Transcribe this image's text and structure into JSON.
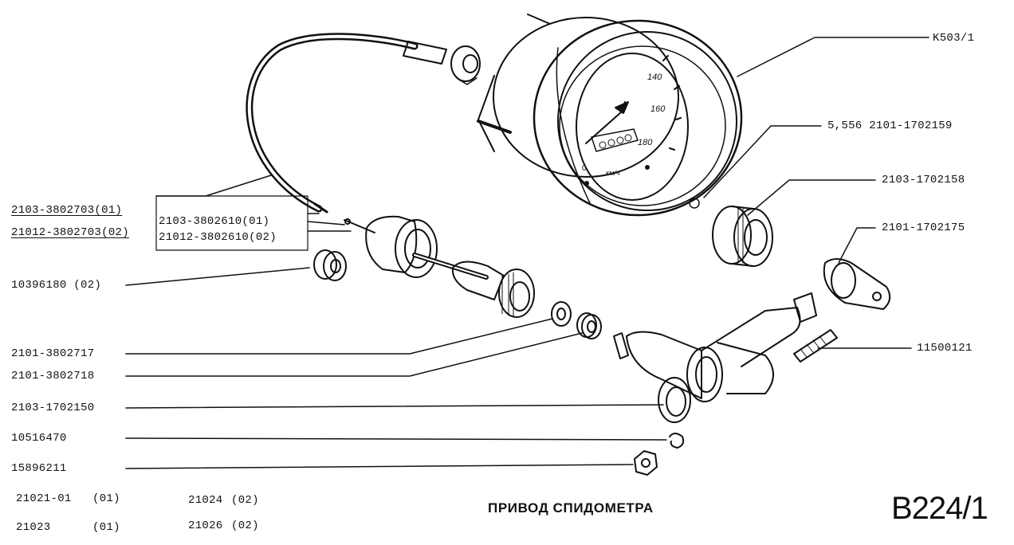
{
  "title": "ПРИВОД СПИДОМЕТРА",
  "plate": "B224/1",
  "parts": {
    "speedometer": "K503/1",
    "ball": "5,556 2101-1702159",
    "nut_gear": "2103-1702158",
    "gasket": "2101-1702175",
    "stud": "11500121",
    "cable_01": "2103-3802703(01)",
    "cable_02": "21012-3802703(02)",
    "core_01": "2103-3802610(01)",
    "core_02": "21012-3802610(02)",
    "grommet": "10396180 (02)",
    "washer": "2101-3802717",
    "bushing": "2101-3802718",
    "drive_housing": "2103-1702150",
    "lock_washer": "10516470",
    "nut": "15896211"
  },
  "applicability": [
    {
      "model": "21021-01",
      "variant": "(01)"
    },
    {
      "model": "21024",
      "variant": "(02)"
    },
    {
      "model": "21023",
      "variant": "(01)"
    },
    {
      "model": "21026",
      "variant": "(02)"
    }
  ],
  "dial": {
    "marks": [
      "0",
      "140",
      "160",
      "180"
    ],
    "unit": "км/ч"
  }
}
